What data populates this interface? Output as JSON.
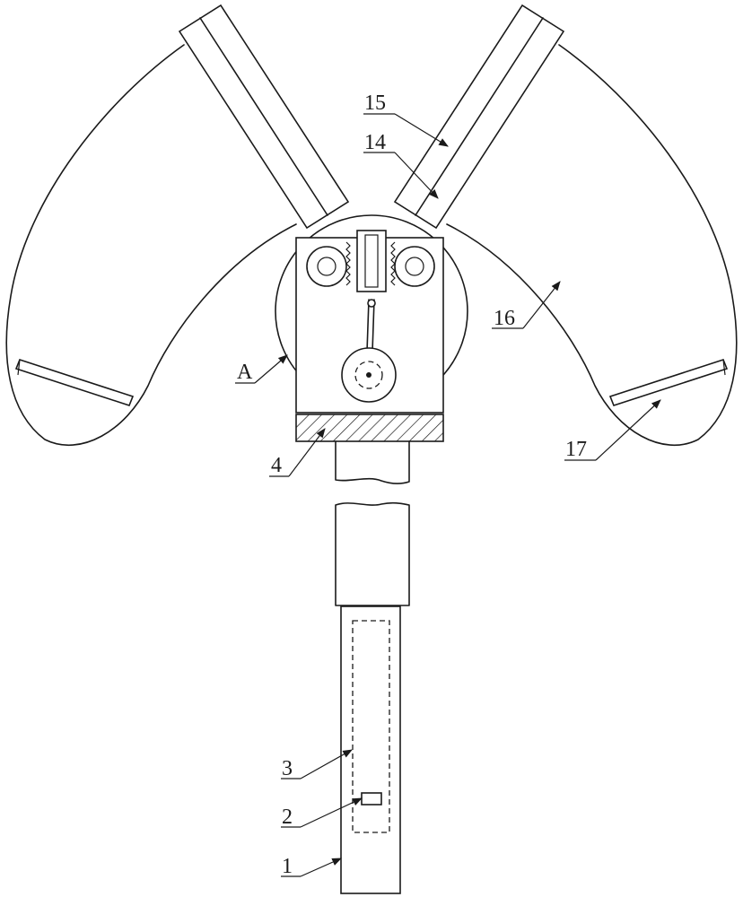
{
  "labels": {
    "l1": "1",
    "l2": "2",
    "l3": "3",
    "l4": "4",
    "lA": "A",
    "l14": "14",
    "l15": "15",
    "l16": "16",
    "l17": "17"
  }
}
